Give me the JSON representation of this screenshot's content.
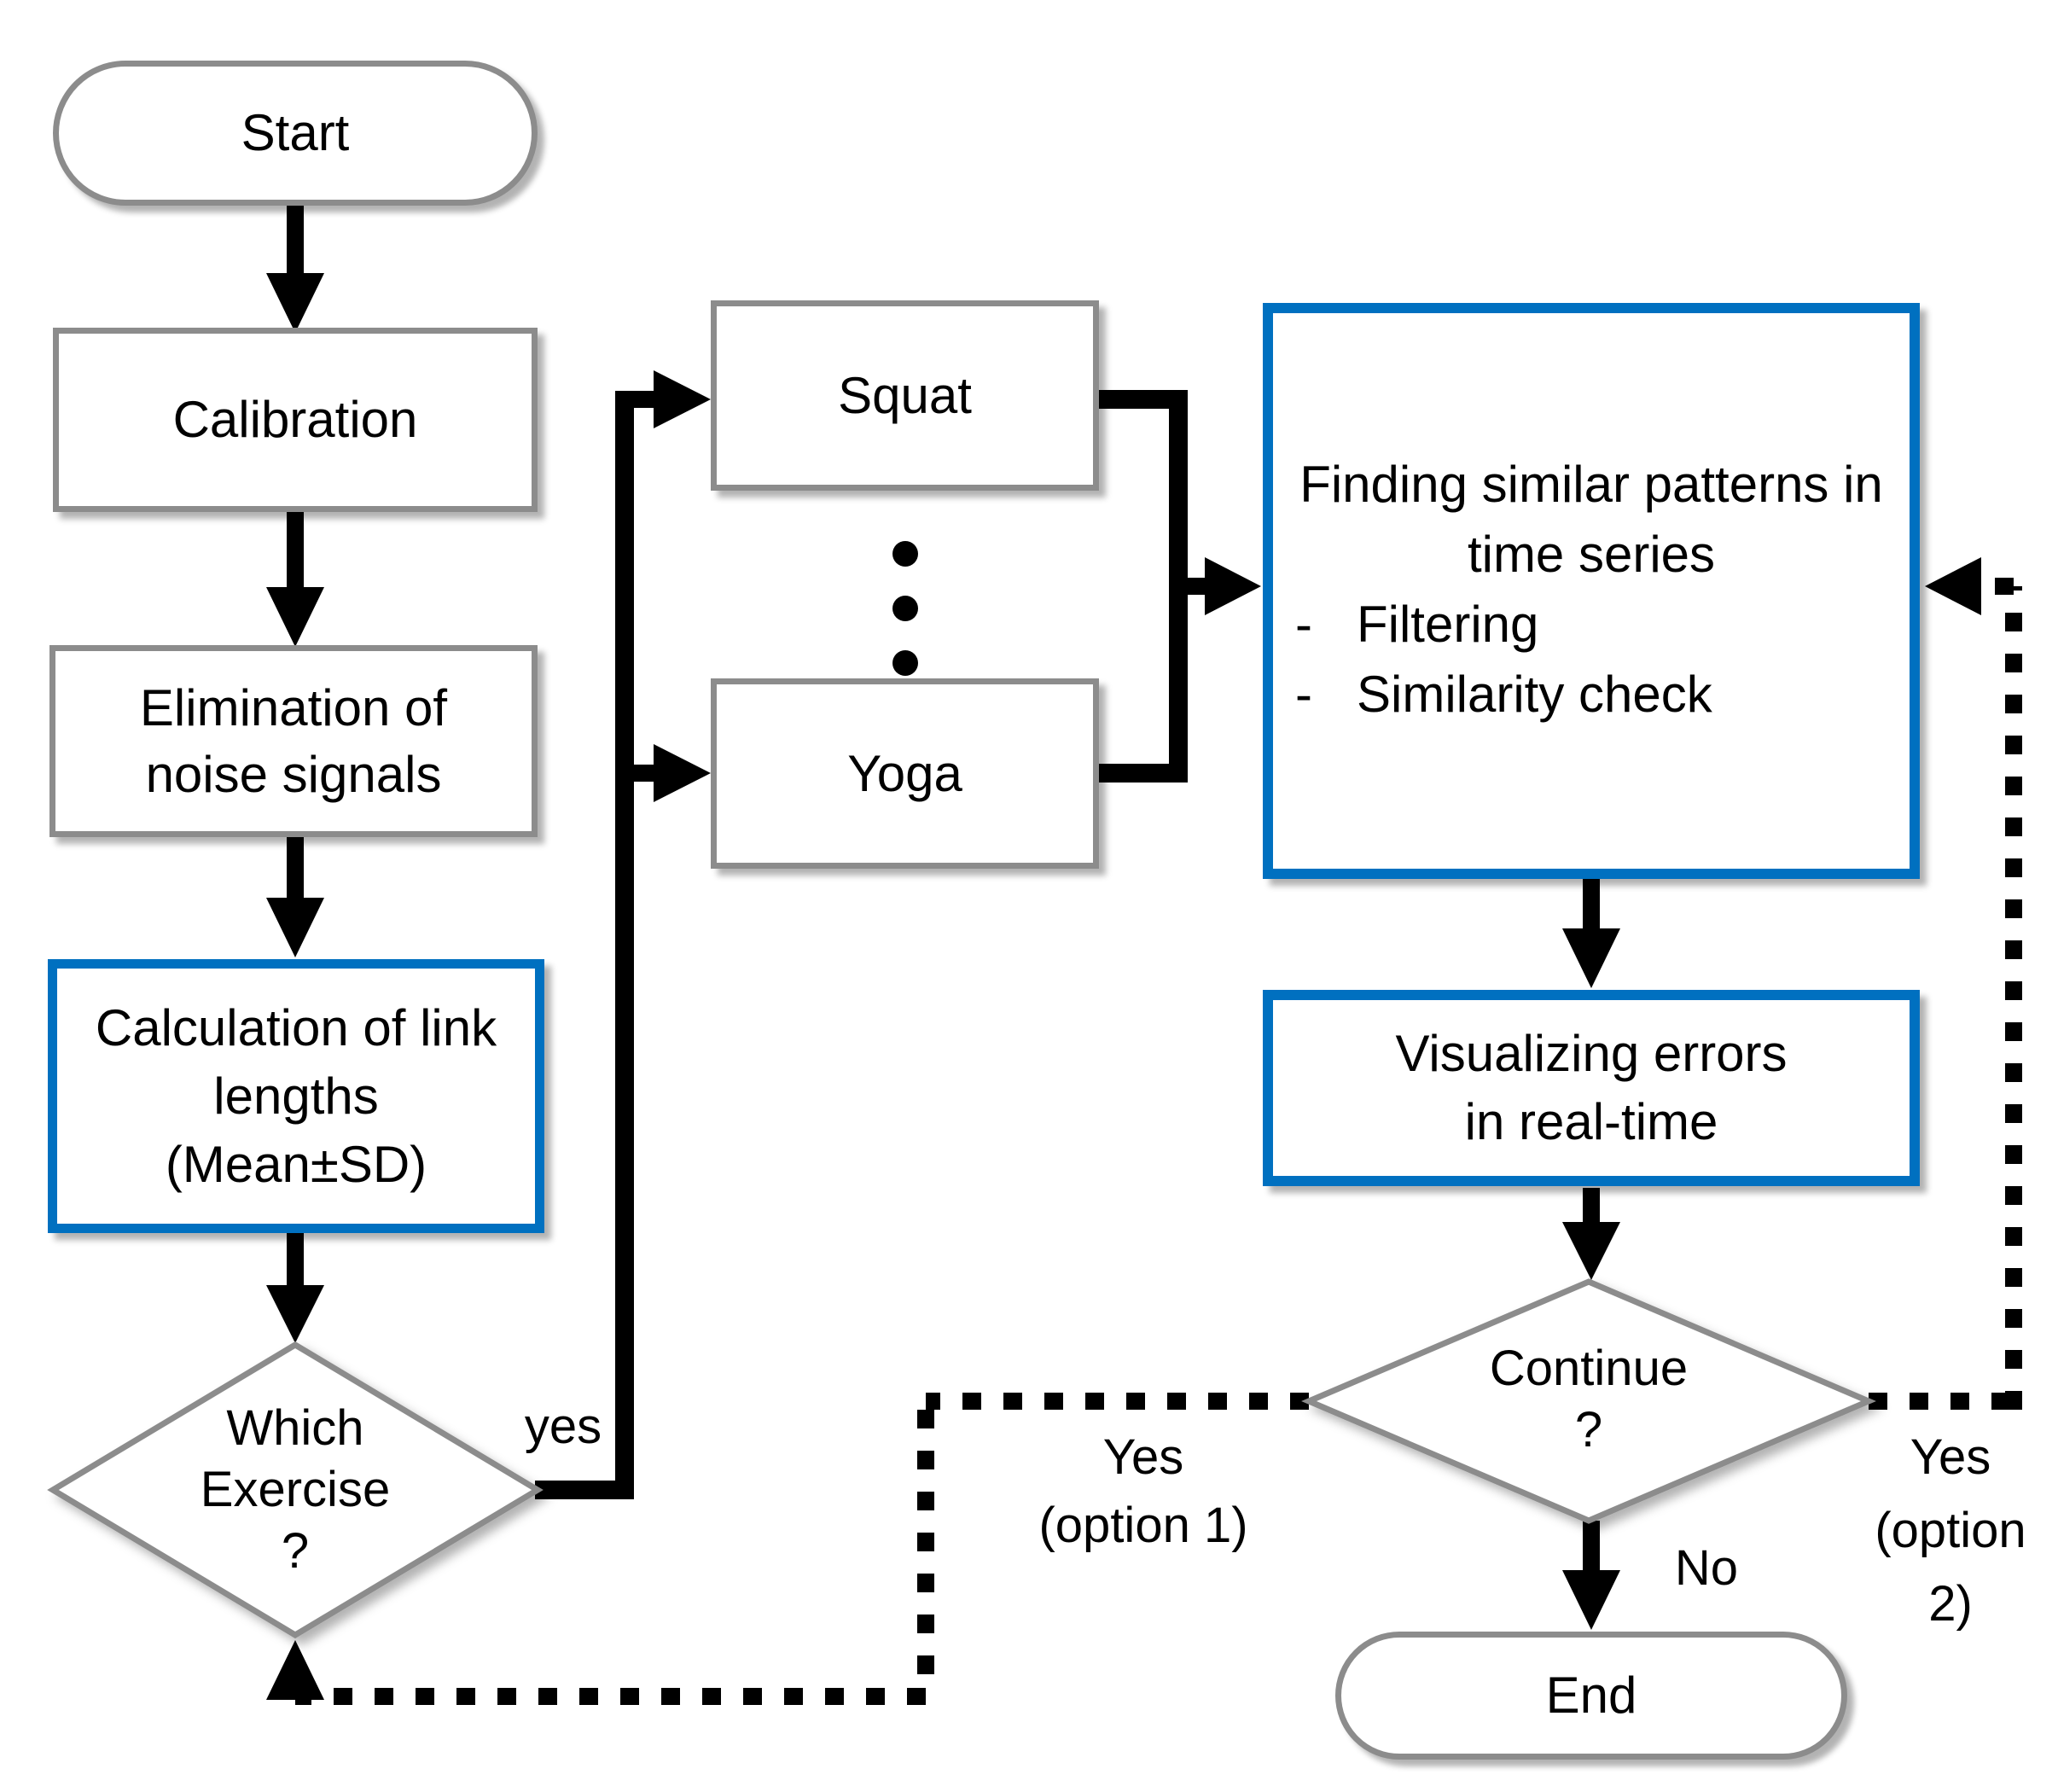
{
  "diagram": {
    "colors": {
      "highlight_border": "#0070c0",
      "default_border": "#8c8c8c",
      "connector": "#000000"
    },
    "ellipsis_dots": 3,
    "nodes": {
      "start": {
        "label": "Start"
      },
      "calibration": {
        "label": "Calibration"
      },
      "elimination": {
        "line1": "Elimination of",
        "line2": "noise signals"
      },
      "calculation": {
        "line1": "Calculation of link",
        "line2": "lengths",
        "line3": "(Mean±SD)"
      },
      "which_exercise": {
        "line1": "Which",
        "line2": "Exercise",
        "line3": "?"
      },
      "squat": {
        "label": "Squat"
      },
      "yoga": {
        "label": "Yoga"
      },
      "finding": {
        "title1": "Finding similar patterns in",
        "title2": "time series",
        "dash": "-",
        "bullets": [
          "Filtering",
          "Similarity check"
        ]
      },
      "visualizing": {
        "line1": "Visualizing errors",
        "line2": "in real-time"
      },
      "continue": {
        "line1": "Continue",
        "line2": "?"
      },
      "end": {
        "label": "End"
      }
    },
    "edge_labels": {
      "yes": "yes",
      "no": "No",
      "option1_line1": "Yes",
      "option1_line2": "(option 1)",
      "option2_line1": "Yes",
      "option2_line2": "(option",
      "option2_line3": "2)"
    }
  }
}
